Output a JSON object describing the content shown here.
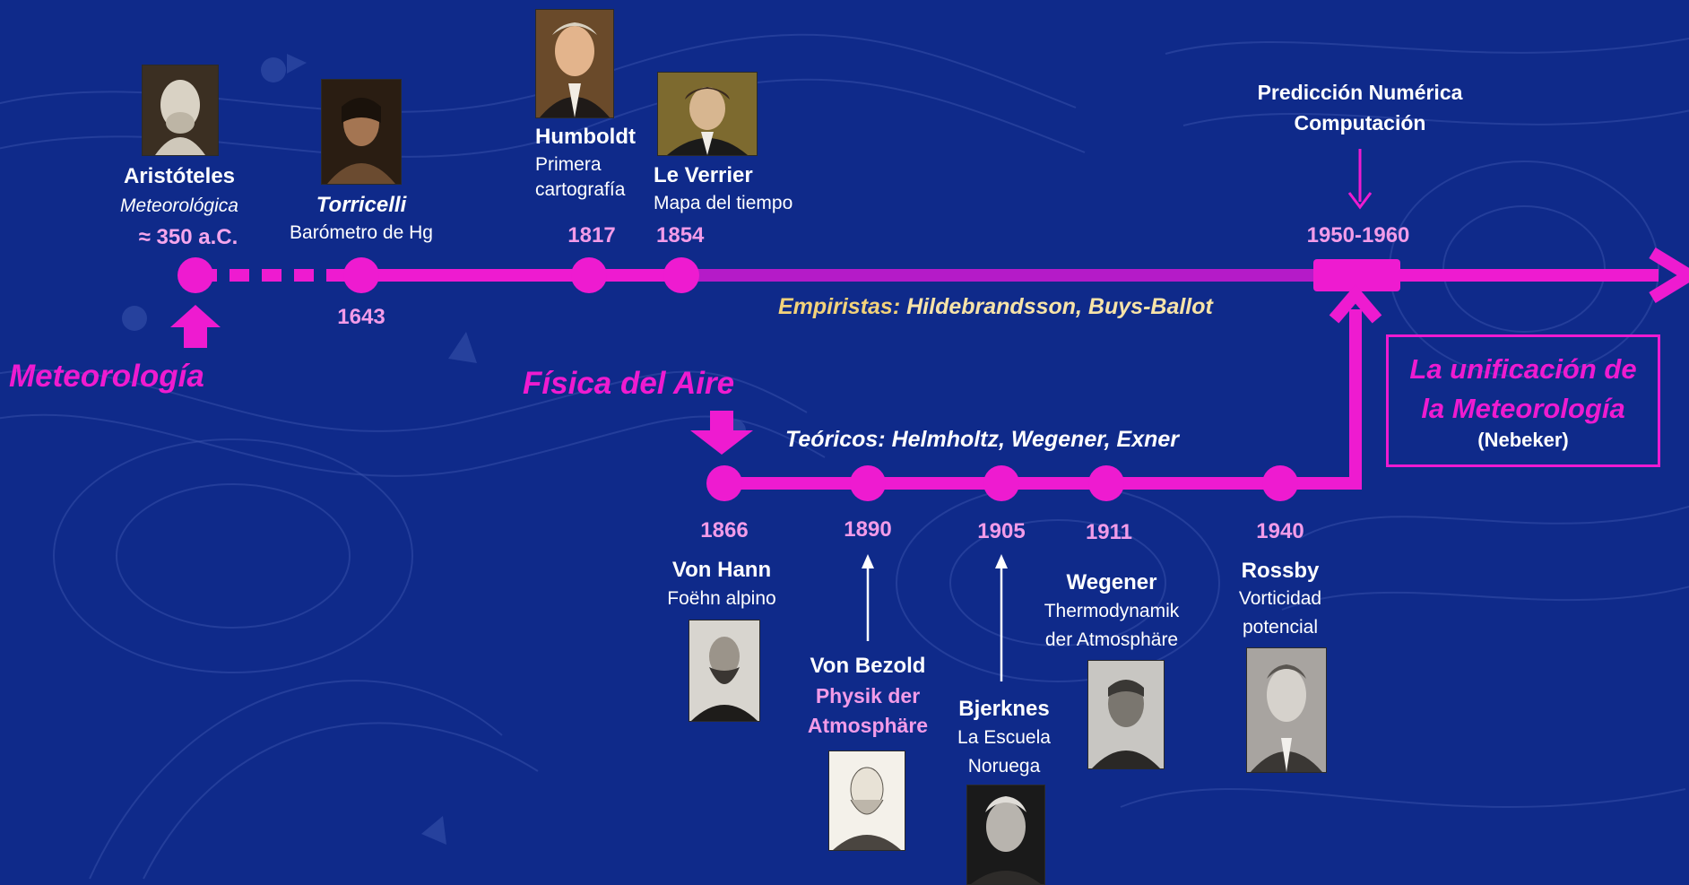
{
  "colors": {
    "background": "#0f2a8a",
    "accent": "#ee1bd0",
    "year": "#f29be8",
    "empiristas": "#f7e3a8"
  },
  "meteorologia_label": "Meteorología",
  "fisica_label": "Física del Aire",
  "upper_timeline": [
    {
      "name": "Aristóteles",
      "desc": "Meteorológica",
      "year": "≈ 350 a.C."
    },
    {
      "name": "Torricelli",
      "desc": "Barómetro de Hg",
      "year": "1643"
    },
    {
      "name": "Humboldt",
      "desc_line1": "Primera",
      "desc_line2": "cartografía",
      "year": "1817"
    },
    {
      "name": "Le Verrier",
      "desc": "Mapa del tiempo",
      "year": "1854"
    }
  ],
  "prediction": {
    "line1": "Predicción Numérica",
    "line2": "Computación",
    "year": "1950-1960"
  },
  "empiristas": {
    "label": "Empiristas:",
    "names": "Hildebrandsson, Buys-Ballot"
  },
  "teoricos": {
    "label": "Teóricos:",
    "names": "Helmholtz, Wegener, Exner"
  },
  "lower_timeline": [
    {
      "year": "1866",
      "name": "Von Hann",
      "desc": "Foëhn alpino"
    },
    {
      "year": "1890",
      "name": "Von Bezold",
      "desc_line1": "Physik der",
      "desc_line2": "Atmosphäre"
    },
    {
      "year": "1905",
      "name": "Bjerknes",
      "desc_line1": "La Escuela",
      "desc_line2": "Noruega"
    },
    {
      "year": "1911",
      "name": "Wegener",
      "desc_line1": "Thermodynamik",
      "desc_line2": "der Atmosphäre"
    },
    {
      "year": "1940",
      "name": "Rossby",
      "desc_line1": "Vorticidad",
      "desc_line2": "potencial"
    }
  ],
  "unification": {
    "line1": "La unificación de",
    "line2": "la Meteorología",
    "sub": "(Nebeker)"
  }
}
